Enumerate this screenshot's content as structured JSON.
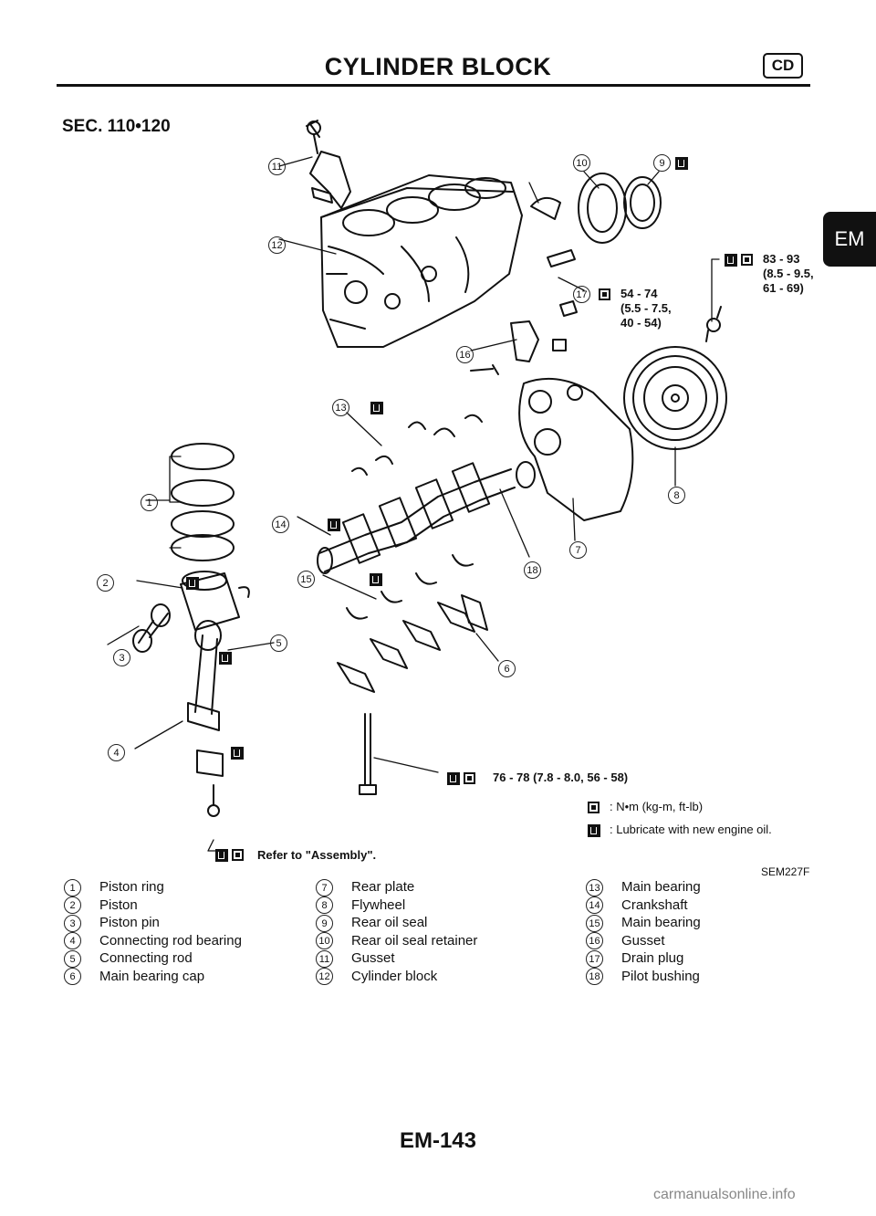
{
  "header": {
    "title": "CYLINDER BLOCK",
    "badge": "CD",
    "section_tab": "EM"
  },
  "section_ref": "SEC. 110•120",
  "torque_specs": {
    "rear_seal_retainer_bolt": "54 - 74\n(5.5 - 7.5,\n40 - 54)",
    "flywheel_bolt": "83 - 93\n(8.5 - 9.5,\n61 - 69)",
    "main_bearing_cap_bolt": "76 - 78 (7.8 - 8.0, 56 - 58)",
    "connecting_rod_nut": "Refer to \"Assembly\"."
  },
  "symbols_legend": {
    "torque": ": N•m (kg-m, ft-lb)",
    "lubricate": ": Lubricate with new engine oil."
  },
  "figure_code": "SEM227F",
  "callouts": [
    "1",
    "2",
    "3",
    "4",
    "5",
    "6",
    "7",
    "8",
    "9",
    "10",
    "11",
    "12",
    "13",
    "14",
    "15",
    "16",
    "17",
    "18"
  ],
  "parts_list": {
    "col1": [
      {
        "num": "1",
        "name": "Piston ring"
      },
      {
        "num": "2",
        "name": "Piston"
      },
      {
        "num": "3",
        "name": "Piston pin"
      },
      {
        "num": "4",
        "name": "Connecting rod bearing"
      },
      {
        "num": "5",
        "name": "Connecting rod"
      },
      {
        "num": "6",
        "name": "Main bearing cap"
      }
    ],
    "col2": [
      {
        "num": "7",
        "name": "Rear plate"
      },
      {
        "num": "8",
        "name": "Flywheel"
      },
      {
        "num": "9",
        "name": "Rear oil seal"
      },
      {
        "num": "10",
        "name": "Rear oil seal retainer"
      },
      {
        "num": "11",
        "name": "Gusset"
      },
      {
        "num": "12",
        "name": "Cylinder block"
      }
    ],
    "col3": [
      {
        "num": "13",
        "name": "Main bearing"
      },
      {
        "num": "14",
        "name": "Crankshaft"
      },
      {
        "num": "15",
        "name": "Main bearing"
      },
      {
        "num": "16",
        "name": "Gusset"
      },
      {
        "num": "17",
        "name": "Drain plug"
      },
      {
        "num": "18",
        "name": "Pilot bushing"
      }
    ]
  },
  "footer": {
    "page": "EM-143",
    "watermark": "carmanualsonline.info"
  }
}
